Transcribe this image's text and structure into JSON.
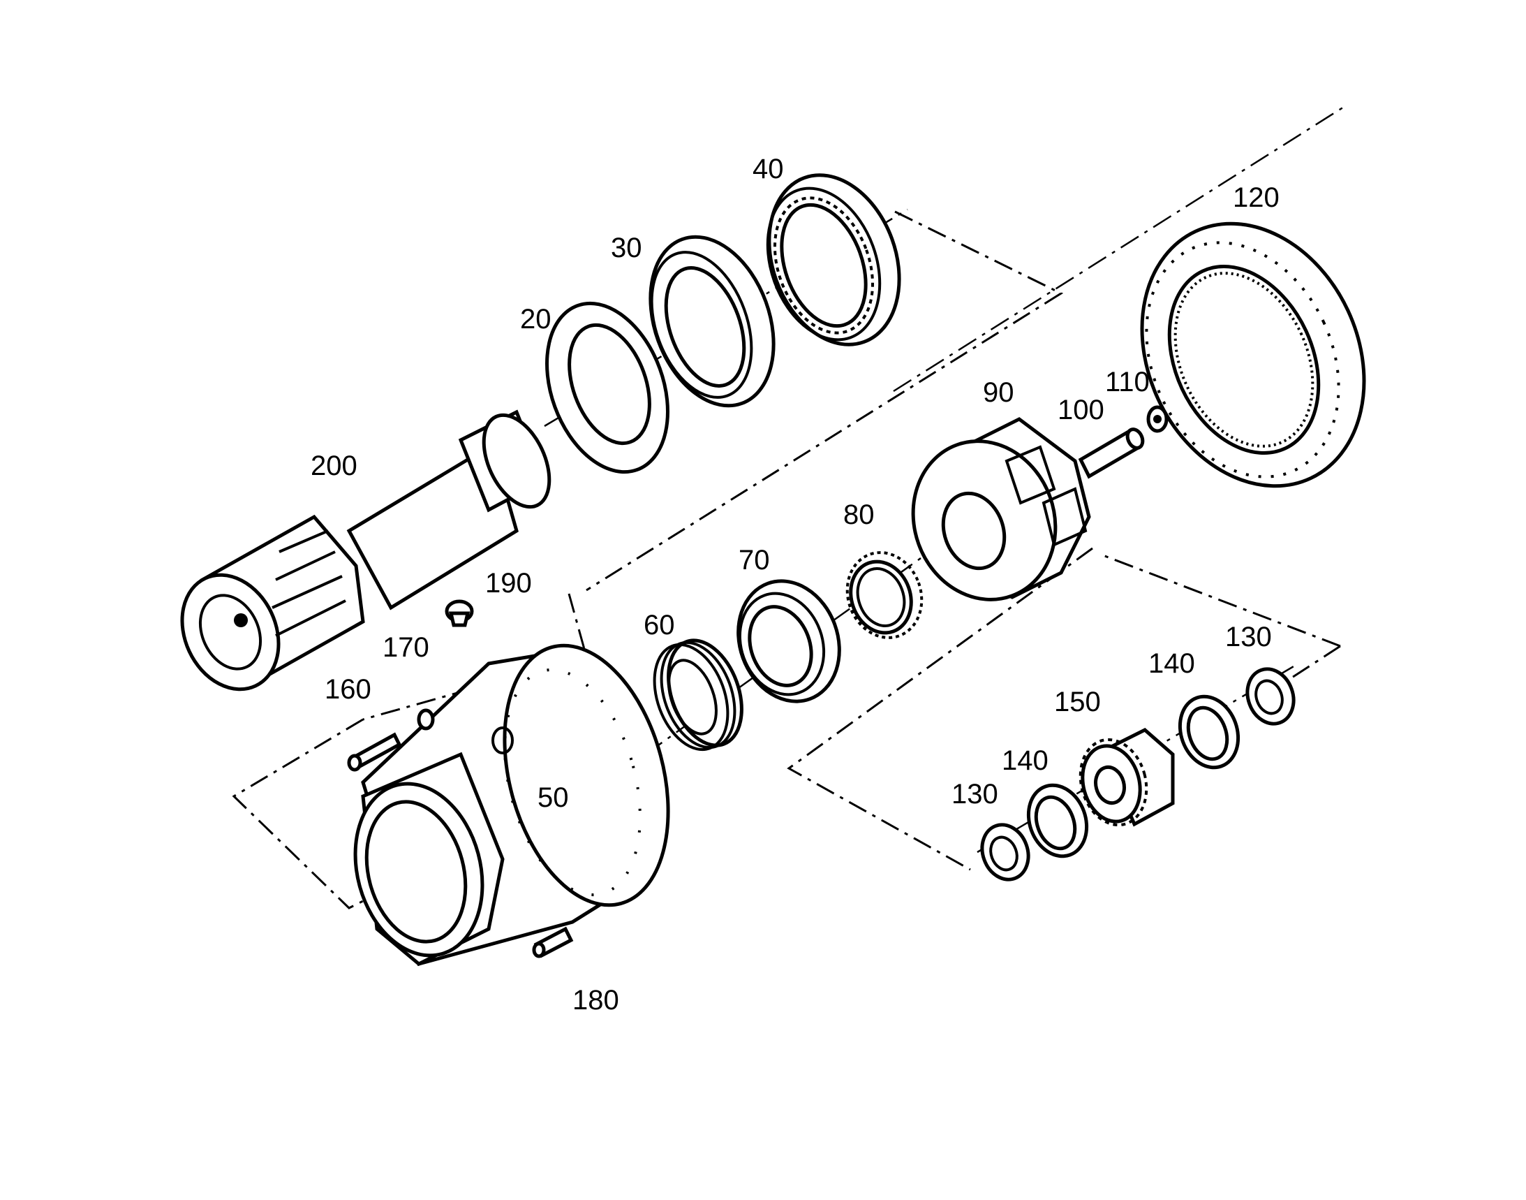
{
  "diagram": {
    "labels": {
      "p20": "20",
      "p30": "30",
      "p40": "40",
      "p50": "50",
      "p60": "60",
      "p70": "70",
      "p80": "80",
      "p90": "90",
      "p100": "100",
      "p110": "110",
      "p120": "120",
      "p130a": "130",
      "p130b": "130",
      "p140a": "140",
      "p140b": "140",
      "p150": "150",
      "p160": "160",
      "p170": "170",
      "p180": "180",
      "p190": "190",
      "p200": "200"
    }
  }
}
